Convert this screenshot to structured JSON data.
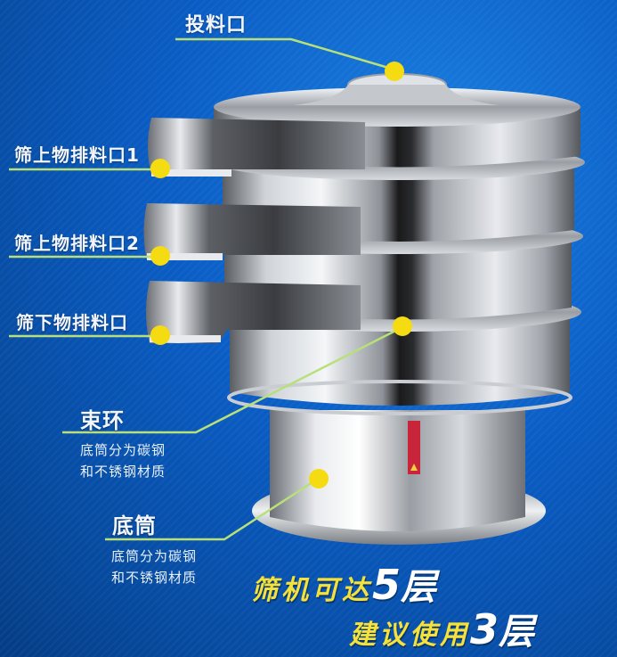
{
  "diagram": {
    "title": "Vibrating sieve machine component diagram",
    "accent_colors": {
      "background": "#0a5cc4",
      "leader_line": "#b8e07a",
      "marker_dot": "#f5dc12",
      "slogan_yellow": "#f5e13a",
      "label_text": "#f2f6fb"
    },
    "labels": {
      "feed_inlet": "投料口",
      "oversize_outlet_1": "筛上物排料口1",
      "oversize_outlet_2": "筛上物排料口2",
      "undersize_outlet": "筛下物排料口",
      "clamp_ring": "束环",
      "clamp_ring_desc_line1": "底筒分为碳钢",
      "clamp_ring_desc_line2": "和不锈钢材质",
      "base_cylinder": "底筒",
      "base_cylinder_desc_line1": "底筒分为碳钢",
      "base_cylinder_desc_line2": "和不锈钢材质"
    },
    "slogan": {
      "line1_prefix": "筛机可达",
      "line1_number": "5",
      "line1_unit": "层",
      "line2_prefix": "建议使用",
      "line2_number": "3",
      "line2_unit": "层"
    },
    "icons": {
      "marker": "yellow-dot",
      "warning_sticker": "red-warning-label"
    }
  }
}
